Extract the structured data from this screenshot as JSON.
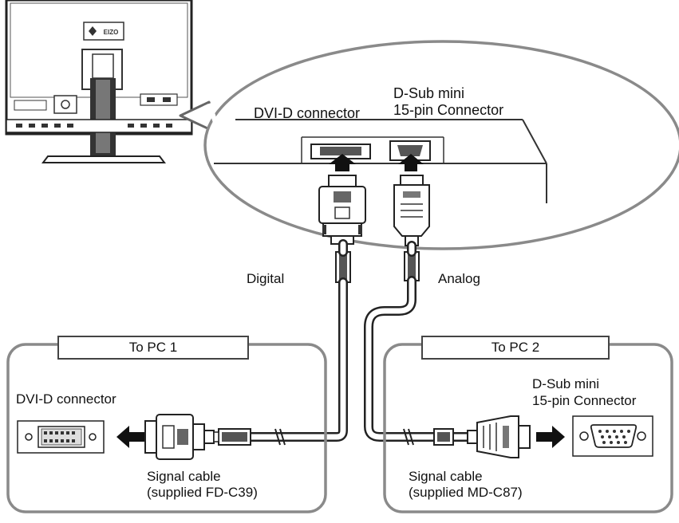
{
  "labels": {
    "dvi_top": "DVI-D connector",
    "dsub_top_line1": "D-Sub mini",
    "dsub_top_line2": "15-pin Connector",
    "digital": "Digital",
    "analog": "Analog",
    "pc1_banner": "To PC 1",
    "pc2_banner": "To PC 2",
    "pc1_connector": "DVI-D connector",
    "pc2_connector_line1": "D-Sub mini",
    "pc2_connector_line2": "15-pin Connector",
    "cable1_line1": "Signal cable",
    "cable1_line2": "(supplied FD-C39)",
    "cable2_line1": "Signal cable",
    "cable2_line2": "(supplied MD-C87)"
  },
  "logo_text": "EIZO",
  "colors": {
    "line": "#333333",
    "panel": "#8a8a8a",
    "fill": "#ffffff",
    "dark": "#222222"
  }
}
